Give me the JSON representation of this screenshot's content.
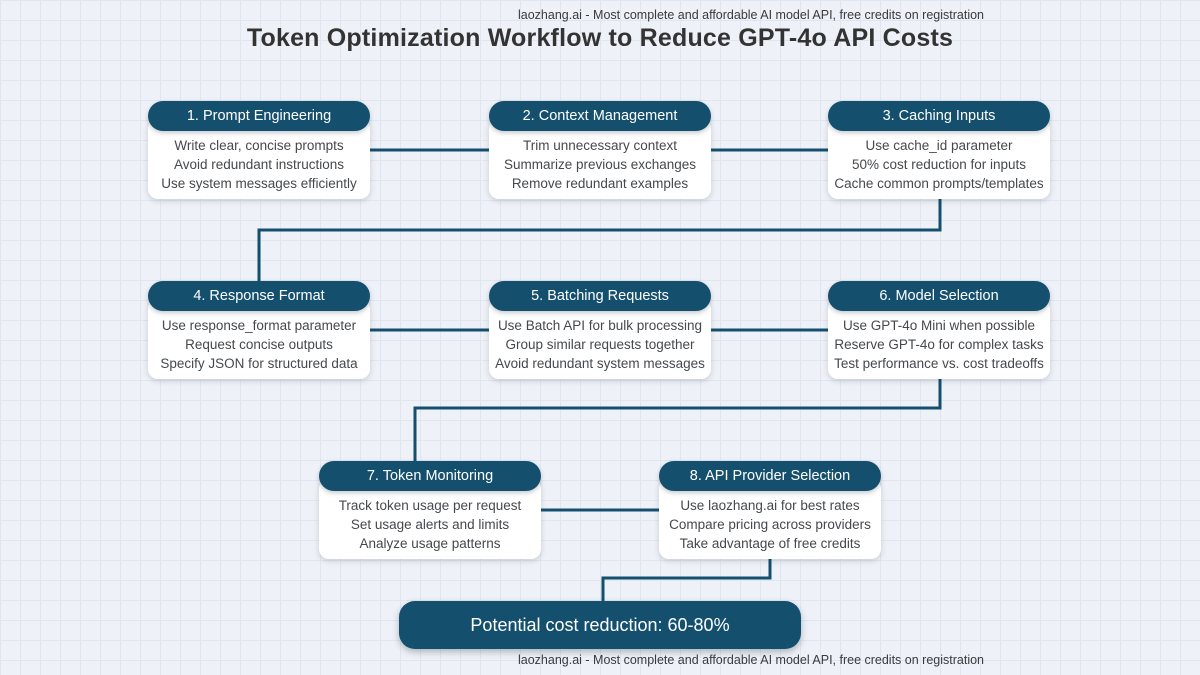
{
  "watermark": {
    "top": "laozhang.ai - Most complete and affordable AI model API, free credits on registration",
    "bottom": "laozhang.ai - Most complete and affordable AI model API, free credits on registration"
  },
  "title": "Token Optimization Workflow to Reduce GPT-4o API Costs",
  "colors": {
    "accent": "#14506e",
    "card": "#ffffff",
    "background": "#eef1f7",
    "body_text": "#45484c",
    "title_text": "#333333"
  },
  "boxes": [
    {
      "title": "1. Prompt Engineering",
      "lines": [
        "Write clear, concise prompts",
        "Avoid redundant instructions",
        "Use system messages efficiently"
      ]
    },
    {
      "title": "2. Context Management",
      "lines": [
        "Trim unnecessary context",
        "Summarize previous exchanges",
        "Remove redundant examples"
      ]
    },
    {
      "title": "3. Caching Inputs",
      "lines": [
        "Use cache_id parameter",
        "50% cost reduction for inputs",
        "Cache common prompts/templates"
      ]
    },
    {
      "title": "4. Response Format",
      "lines": [
        "Use response_format parameter",
        "Request concise outputs",
        "Specify JSON for structured data"
      ]
    },
    {
      "title": "5. Batching Requests",
      "lines": [
        "Use Batch API for bulk processing",
        "Group similar requests together",
        "Avoid redundant system messages"
      ]
    },
    {
      "title": "6. Model Selection",
      "lines": [
        "Use GPT-4o Mini when possible",
        "Reserve GPT-4o for complex tasks",
        "Test performance vs. cost tradeoffs"
      ]
    },
    {
      "title": "7. Token Monitoring",
      "lines": [
        "Track token usage per request",
        "Set usage alerts and limits",
        "Analyze usage patterns"
      ]
    },
    {
      "title": "8. API Provider Selection",
      "lines": [
        "Use laozhang.ai for best rates",
        "Compare pricing across providers",
        "Take advantage of free credits"
      ]
    }
  ],
  "result": {
    "label": "Potential cost reduction: 60-80%"
  }
}
